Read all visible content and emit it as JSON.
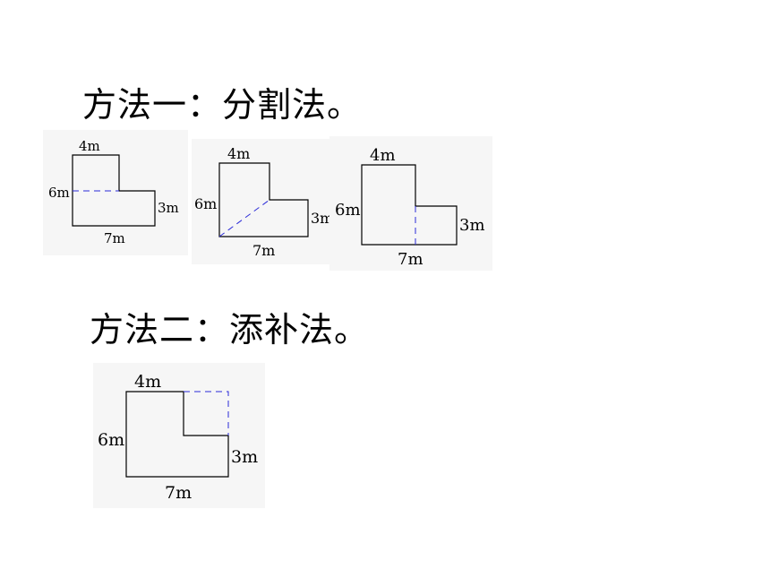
{
  "method1": {
    "title": "方法一：分割法。"
  },
  "method2": {
    "title": "方法二：添补法。"
  },
  "figures": [
    {
      "labels": {
        "top": "4m",
        "left": "6m",
        "right": "3m",
        "bottom": "7m"
      }
    },
    {
      "labels": {
        "top": "4m",
        "left": "6m",
        "right": "3m",
        "bottom": "7m"
      }
    },
    {
      "labels": {
        "top": "4m",
        "left": "6m",
        "right": "3m",
        "bottom": "7m"
      }
    },
    {
      "labels": {
        "top": "4m",
        "left": "6m",
        "right": "3m",
        "bottom": "7m"
      }
    }
  ],
  "colors": {
    "dashed_line": "#2b2bd8",
    "shape_outline": "#000000",
    "figure_background": "#f6f6f6"
  }
}
